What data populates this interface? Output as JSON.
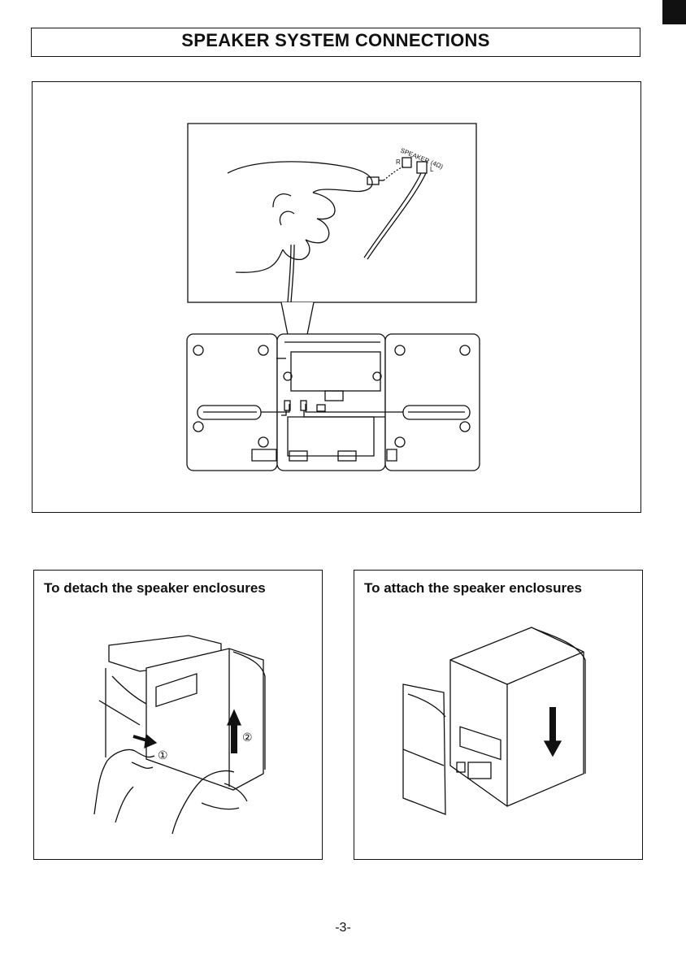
{
  "header": {
    "title": "SPEAKER SYSTEM CONNECTIONS"
  },
  "figure": {
    "jack_label": "SPEAKER (4Ω)",
    "jack_r": "R",
    "jack_l": "L"
  },
  "detach": {
    "heading": "To detach the speaker enclosures",
    "step1": "①",
    "step2": "②"
  },
  "attach": {
    "heading": "To attach the speaker enclosures"
  },
  "footer": {
    "page_number": "-3-"
  }
}
